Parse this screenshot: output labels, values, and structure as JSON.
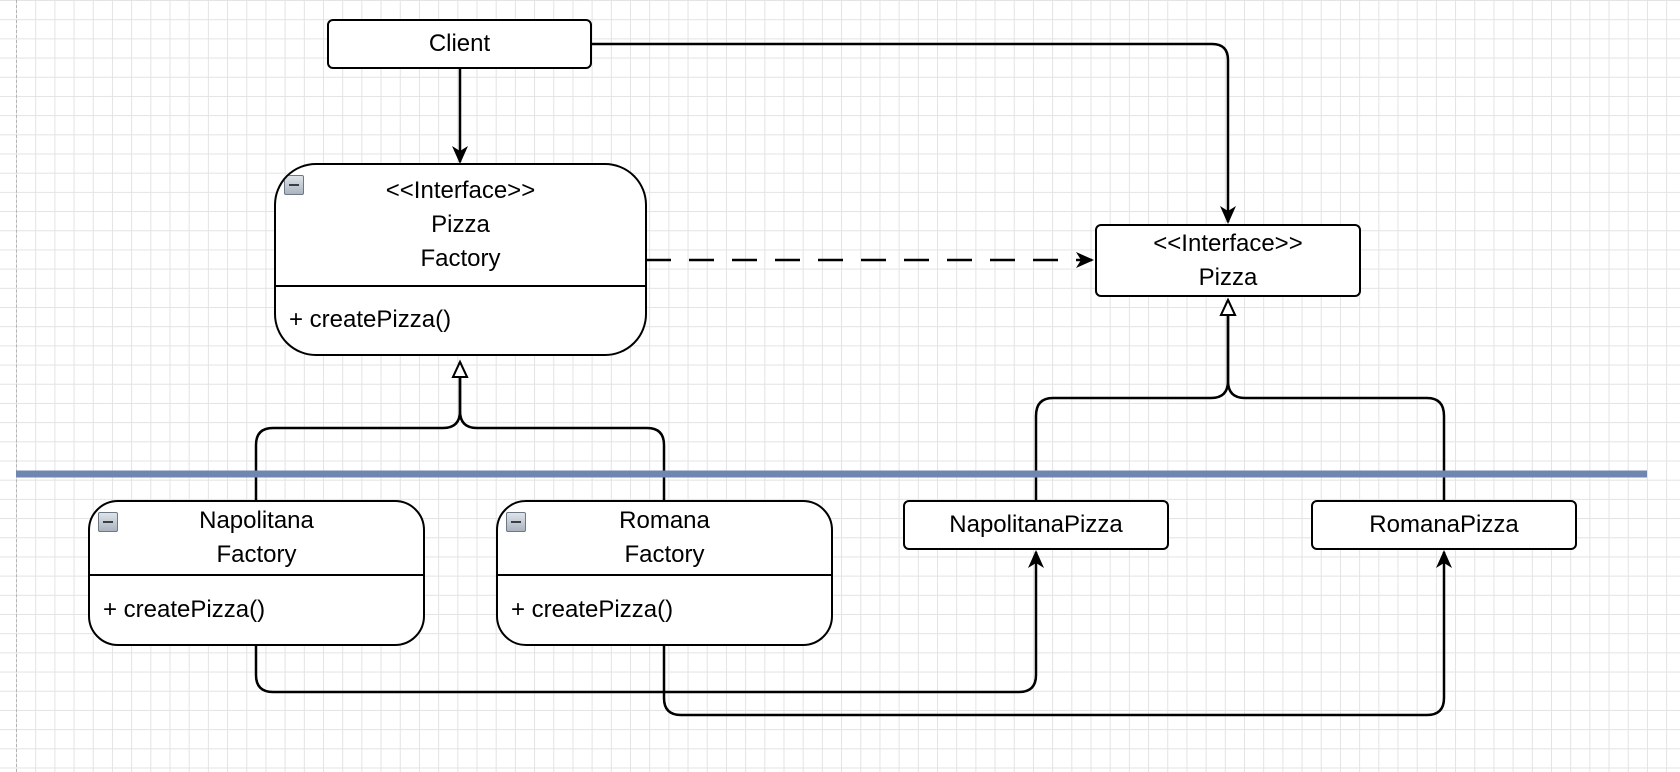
{
  "diagram": {
    "client": {
      "label": "Client"
    },
    "pizza_factory": {
      "stereotype": "<<Interface>>",
      "name_line1": "Pizza",
      "name_line2": "Factory",
      "method": "+ createPizza()"
    },
    "pizza_interface": {
      "stereotype": "<<Interface>>",
      "name": "Pizza"
    },
    "napolitana_factory": {
      "name_line1": "Napolitana",
      "name_line2": "Factory",
      "method": "+ createPizza()"
    },
    "romana_factory": {
      "name_line1": "Romana",
      "name_line2": "Factory",
      "method": "+ createPizza()"
    },
    "napolitana_pizza": {
      "label": "NapolitanaPizza"
    },
    "romana_pizza": {
      "label": "RomanaPizza"
    }
  },
  "colors": {
    "separator": "#6f86b1",
    "stroke": "#000000",
    "grid": "#e3e3e3"
  },
  "icons": {
    "collapse": "collapse-toggle-icon"
  }
}
